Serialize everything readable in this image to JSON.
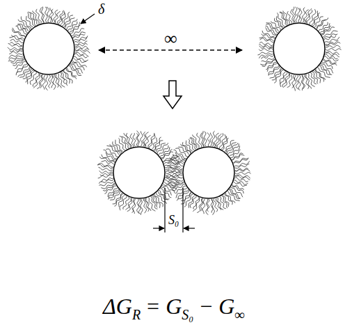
{
  "diagram": {
    "labels": [
      "δ",
      "∞",
      "S₀",
      "ΔG",
      "R",
      "=",
      "G",
      "S₀",
      "−",
      "G",
      "∞"
    ]
  }
}
